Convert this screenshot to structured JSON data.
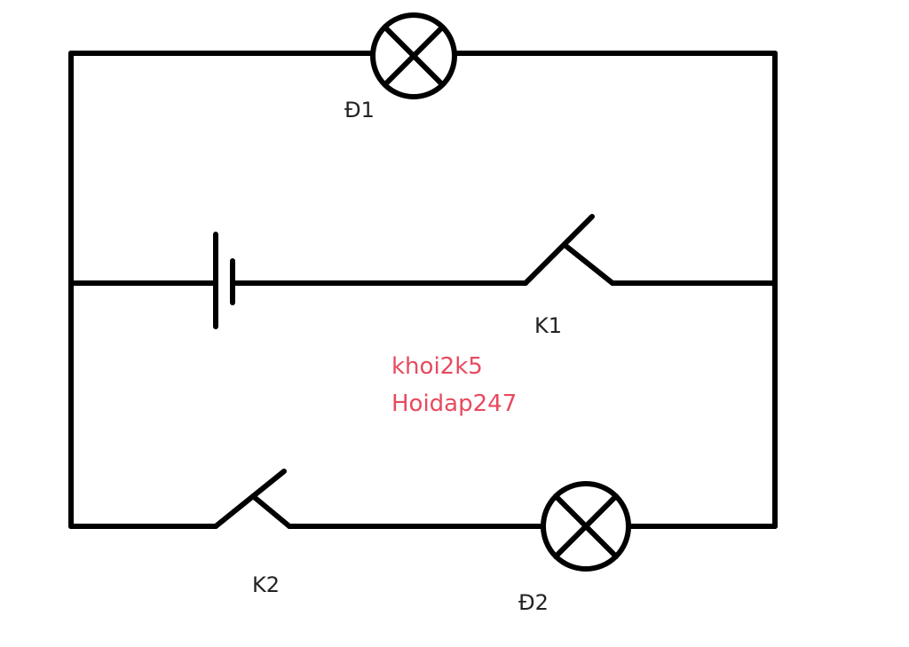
{
  "labels": {
    "lamp1": "Đ1",
    "lamp2": "Đ2",
    "switch1": "K1",
    "switch2": "K2"
  },
  "watermark": {
    "line1": "khoi2k5",
    "line2": "Hoidap247",
    "color": "#e84a5f"
  },
  "colors": {
    "wire": "#000000",
    "background": "#ffffff"
  }
}
